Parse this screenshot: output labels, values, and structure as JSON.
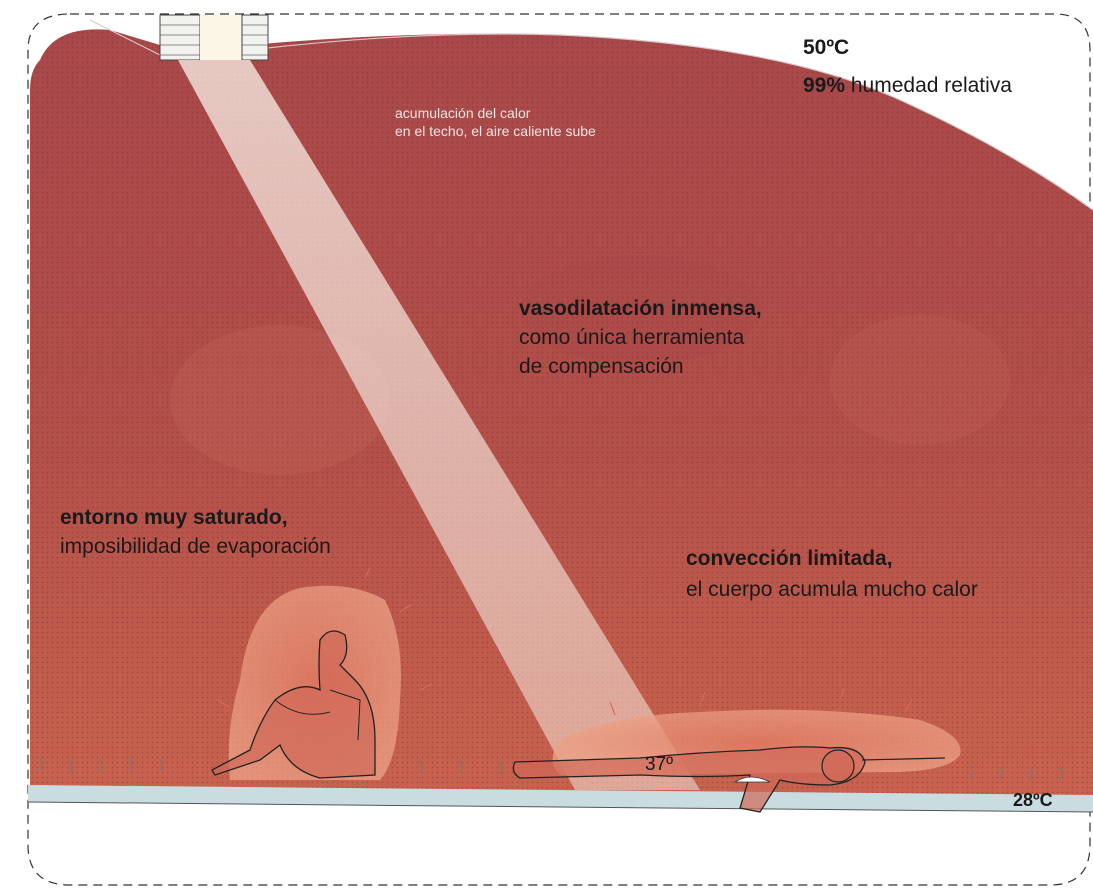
{
  "conditions": {
    "temperature": "50ºC",
    "humidity_value": "99%",
    "humidity_label": "humedad relativa"
  },
  "annotations": {
    "roof_heat": {
      "line1": "acumulación del calor",
      "line2": "en el techo, el aire caliente sube"
    },
    "vasodilation": {
      "heading": "vasodilatación inmensa,",
      "line1": "como única herramienta",
      "line2": "de compensación"
    },
    "saturated": {
      "heading": "entorno muy saturado,",
      "line1": "imposibilidad de evaporación"
    },
    "convection": {
      "heading": "convección limitada,",
      "line1": "el cuerpo acumula mucho calor"
    }
  },
  "body_temperature": "37º",
  "floor_temperature": "28ºC",
  "colors": {
    "hot_air": "#b4504a",
    "hot_air_light": "#c86a54",
    "floor": "#c9dde0",
    "body_glow": "#e88a70",
    "light_beam": "#f3e6dc"
  }
}
